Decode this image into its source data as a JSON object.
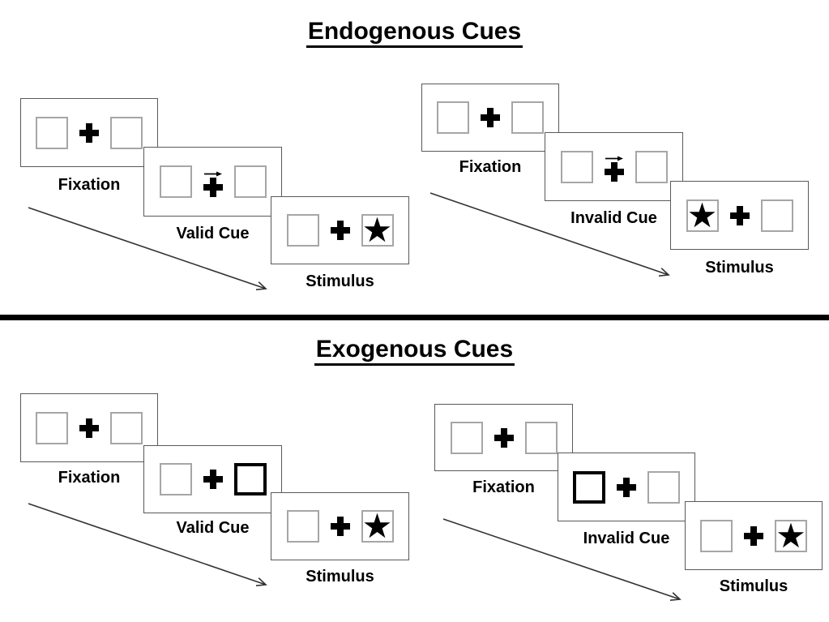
{
  "sections": [
    {
      "id": "endogenous",
      "title": "Endogenous Cues",
      "trials": [
        {
          "id": "valid",
          "panels": [
            {
              "label": "Fixation",
              "left": "empty",
              "center": "plus",
              "right": "empty"
            },
            {
              "label": "Valid Cue",
              "left": "empty",
              "center": "plus-arrow",
              "right": "empty"
            },
            {
              "label": "Stimulus",
              "left": "empty",
              "center": "plus",
              "right": "star"
            }
          ]
        },
        {
          "id": "invalid",
          "panels": [
            {
              "label": "Fixation",
              "left": "empty",
              "center": "plus",
              "right": "empty"
            },
            {
              "label": "Invalid Cue",
              "left": "empty",
              "center": "plus-arrow",
              "right": "empty"
            },
            {
              "label": "Stimulus",
              "left": "star",
              "center": "plus",
              "right": "empty"
            }
          ]
        }
      ]
    },
    {
      "id": "exogenous",
      "title": "Exogenous Cues",
      "trials": [
        {
          "id": "valid",
          "panels": [
            {
              "label": "Fixation",
              "left": "empty",
              "center": "plus",
              "right": "empty"
            },
            {
              "label": "Valid Cue",
              "left": "empty",
              "center": "plus",
              "right": "cued"
            },
            {
              "label": "Stimulus",
              "left": "empty",
              "center": "plus",
              "right": "star"
            }
          ]
        },
        {
          "id": "invalid",
          "panels": [
            {
              "label": "Fixation",
              "left": "empty",
              "center": "plus",
              "right": "empty"
            },
            {
              "label": "Invalid Cue",
              "left": "cued",
              "center": "plus",
              "right": "empty"
            },
            {
              "label": "Stimulus",
              "left": "empty",
              "center": "plus",
              "right": "star"
            }
          ]
        }
      ]
    }
  ],
  "glyphs": {
    "star": "★"
  },
  "colors": {
    "panel_border": "#595959",
    "box_border": "#a6a6a6",
    "cue_border": "#000000",
    "ink": "#000000",
    "arrow": "#333333"
  }
}
